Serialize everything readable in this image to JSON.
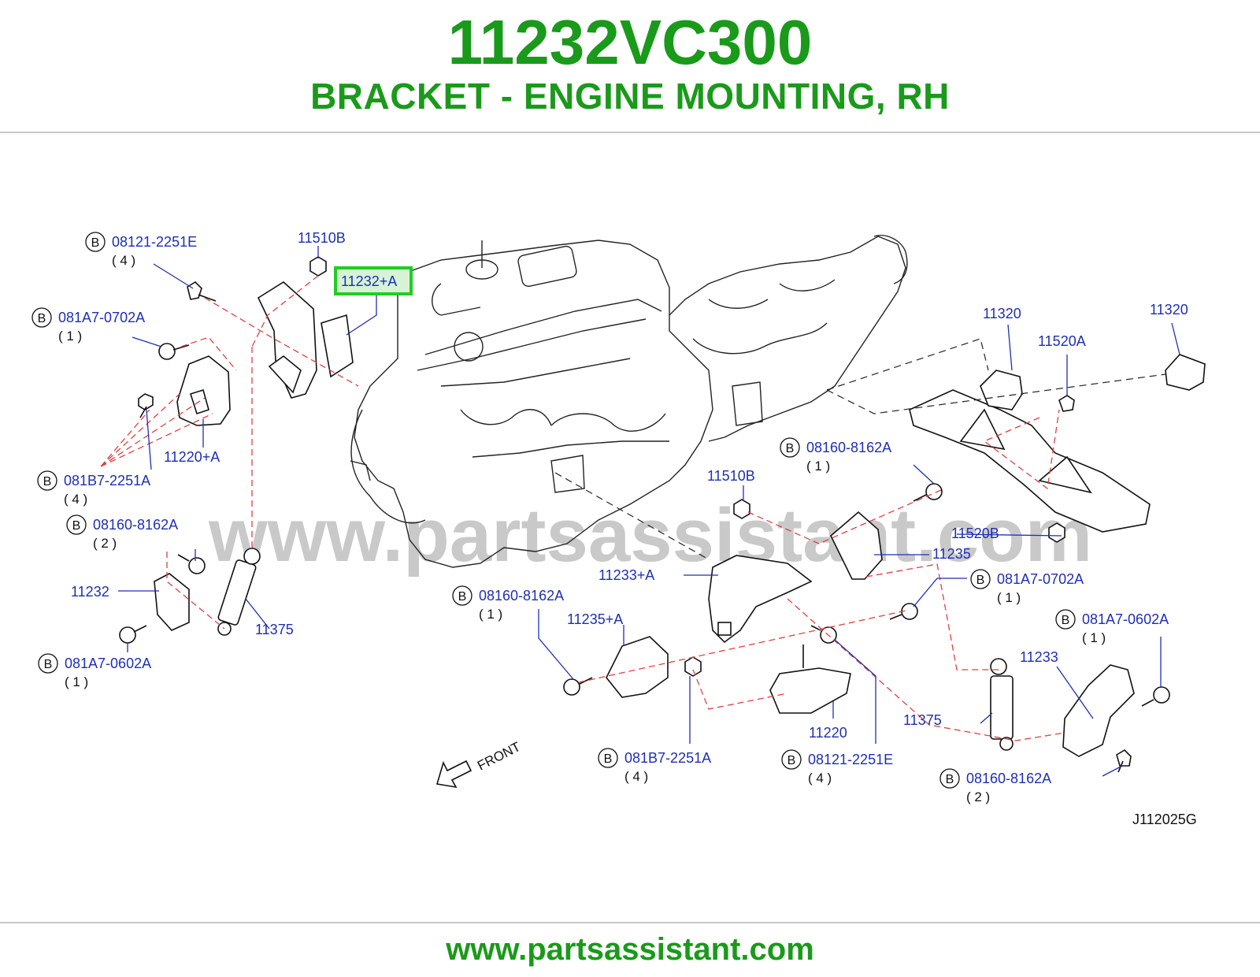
{
  "header": {
    "part_number": "11232VC300",
    "description": "BRACKET - ENGINE MOUNTING, RH"
  },
  "footer": {
    "url": "www.partsassistant.com"
  },
  "watermark": "www.partsassistant.com",
  "diagram_code": "J112025G",
  "front_label": "FRONT",
  "colors": {
    "brand_green": "#1a9a1a",
    "label_blue": "#1f2fb4",
    "highlight": "#22cc22",
    "dash_red": "#e04040"
  },
  "callouts": [
    {
      "id": "c1",
      "b": "B",
      "text": "08121-2251E",
      "qty": "( 4 )"
    },
    {
      "id": "c2",
      "b": "",
      "text": "11510B",
      "qty": ""
    },
    {
      "id": "c3",
      "b": "",
      "text": "11232+A",
      "qty": "",
      "highlighted": true
    },
    {
      "id": "c4",
      "b": "B",
      "text": "081A7-0702A",
      "qty": "( 1 )"
    },
    {
      "id": "c5",
      "b": "",
      "text": "11220+A",
      "qty": ""
    },
    {
      "id": "c6",
      "b": "B",
      "text": "081B7-2251A",
      "qty": "( 4 )"
    },
    {
      "id": "c7",
      "b": "B",
      "text": "08160-8162A",
      "qty": "( 2 )"
    },
    {
      "id": "c8",
      "b": "",
      "text": "11232",
      "qty": ""
    },
    {
      "id": "c9",
      "b": "",
      "text": "11375",
      "qty": ""
    },
    {
      "id": "c10",
      "b": "B",
      "text": "081A7-0602A",
      "qty": "( 1 )"
    },
    {
      "id": "c11",
      "b": "",
      "text": "11320",
      "qty": ""
    },
    {
      "id": "c12",
      "b": "",
      "text": "11320",
      "qty": ""
    },
    {
      "id": "c13",
      "b": "",
      "text": "11520A",
      "qty": ""
    },
    {
      "id": "c14",
      "b": "B",
      "text": "08160-8162A",
      "qty": "( 1 )"
    },
    {
      "id": "c15",
      "b": "",
      "text": "11510B",
      "qty": ""
    },
    {
      "id": "c16",
      "b": "",
      "text": "11520B",
      "qty": ""
    },
    {
      "id": "c17",
      "b": "",
      "text": "11235",
      "qty": ""
    },
    {
      "id": "c18",
      "b": "",
      "text": "11233+A",
      "qty": ""
    },
    {
      "id": "c19",
      "b": "B",
      "text": "081A7-0702A",
      "qty": "( 1 )"
    },
    {
      "id": "c20",
      "b": "B",
      "text": "08160-8162A",
      "qty": "( 1 )"
    },
    {
      "id": "c21",
      "b": "",
      "text": "11235+A",
      "qty": ""
    },
    {
      "id": "c22",
      "b": "B",
      "text": "081A7-0602A",
      "qty": "( 1 )"
    },
    {
      "id": "c23",
      "b": "",
      "text": "11233",
      "qty": ""
    },
    {
      "id": "c24",
      "b": "",
      "text": "11375",
      "qty": ""
    },
    {
      "id": "c25",
      "b": "",
      "text": "11220",
      "qty": ""
    },
    {
      "id": "c26",
      "b": "B",
      "text": "081B7-2251A",
      "qty": "( 4 )"
    },
    {
      "id": "c27",
      "b": "B",
      "text": "08121-2251E",
      "qty": "( 4 )"
    },
    {
      "id": "c28",
      "b": "B",
      "text": "08160-8162A",
      "qty": "( 2 )"
    }
  ]
}
